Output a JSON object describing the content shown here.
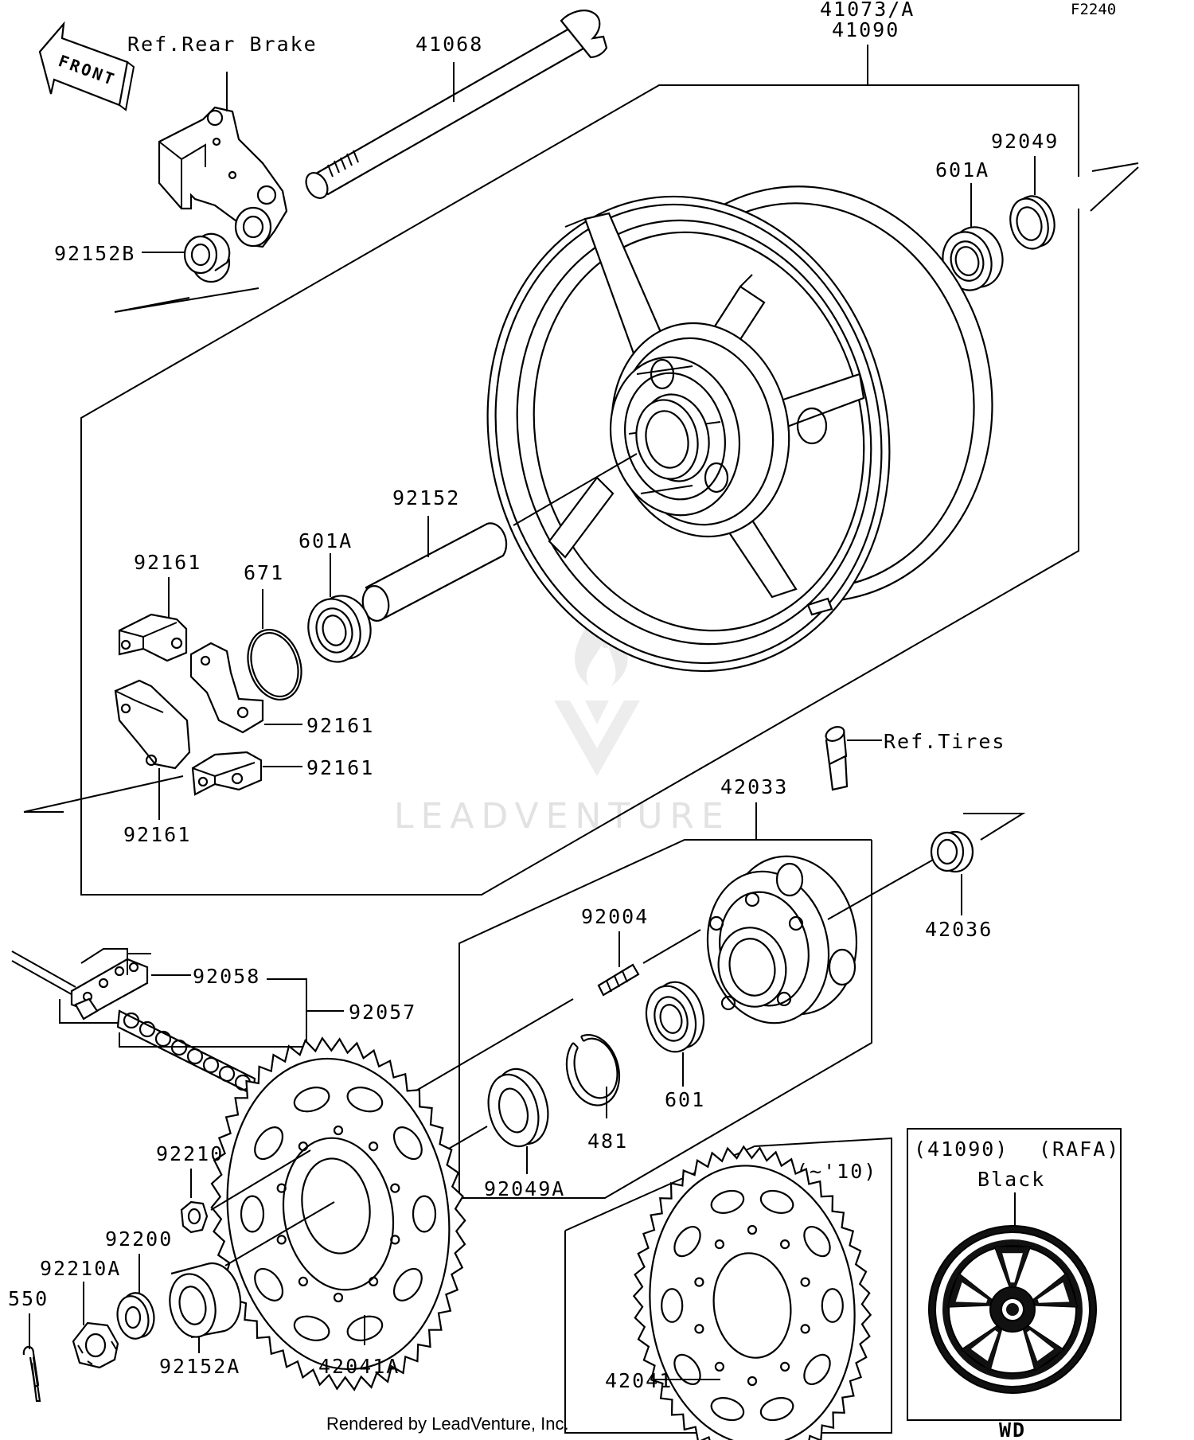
{
  "figure_code": "F2240",
  "front_arrow": "FRONT",
  "references": {
    "rear_brake": "Ref.Rear Brake",
    "tires": "Ref.Tires"
  },
  "labels": {
    "p41073a": "41073/A",
    "p41090": "41090",
    "p41068": "41068",
    "p92049_top": "92049",
    "p601a_top": "601A",
    "p92152b": "92152B",
    "p92152": "92152",
    "p601a_mid": "601A",
    "p671": "671",
    "p92161_a": "92161",
    "p92161_b": "92161",
    "p92161_c": "92161",
    "p92161_d": "92161",
    "p42033": "42033",
    "p42036": "42036",
    "p92004": "92004",
    "p92058": "92058",
    "p92057": "92057",
    "p601": "601",
    "p481": "481",
    "p92049a": "92049A",
    "p92210": "92210",
    "p92200": "92200",
    "p92210a": "92210A",
    "p550": "550",
    "p92152a": "92152A",
    "p42041a": "42041A",
    "p42041": "42041"
  },
  "variant_box": {
    "note": "(~'10)"
  },
  "wheel_inset": {
    "part": "(41090)",
    "code": "(RAFA)",
    "color": "Black",
    "suffix": "WD"
  },
  "watermark": "LEADVENTURE",
  "footer": "Rendered by LeadVenture, Inc."
}
